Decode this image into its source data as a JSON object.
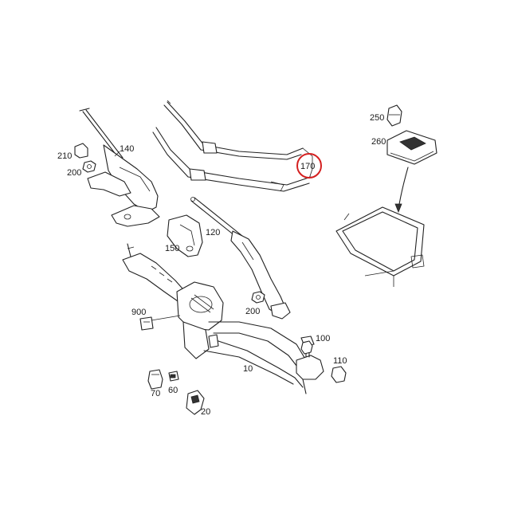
{
  "callouts": {
    "c10": "10",
    "c20": "20",
    "c60": "60",
    "c70": "70",
    "c100": "100",
    "c110": "110",
    "c120": "120",
    "c140": "140",
    "c150": "150",
    "c170": "170",
    "c200a": "200",
    "c200b": "200",
    "c210": "210",
    "c250": "250",
    "c260": "260",
    "c900": "900"
  },
  "highlight": {
    "target": "170",
    "color": "#d42020"
  },
  "colors": {
    "line": "#222222",
    "background": "#ffffff"
  }
}
